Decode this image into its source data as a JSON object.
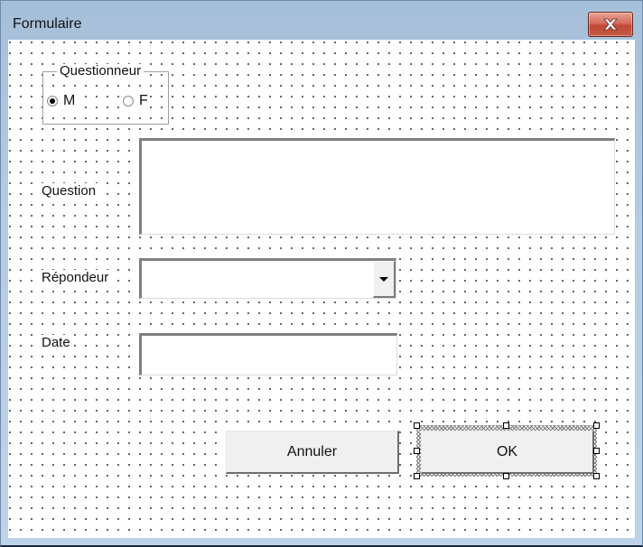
{
  "window": {
    "title": "Formulaire",
    "close_icon": "close-icon"
  },
  "form": {
    "questionneur": {
      "legend": "Questionneur",
      "options": [
        {
          "label": "M",
          "checked": true
        },
        {
          "label": "F",
          "checked": false
        }
      ]
    },
    "question": {
      "label": "Question",
      "value": ""
    },
    "repondeur": {
      "label": "Répondeur",
      "value": "",
      "dropdown_icon": "chevron-down-icon"
    },
    "date": {
      "label": "Date",
      "value": ""
    }
  },
  "buttons": {
    "cancel": "Annuler",
    "ok": "OK"
  },
  "colors": {
    "title_bar": "#b5cbe3",
    "close_button": "#c75a45",
    "client_bg": "#ffffff",
    "button_bg": "#f0f0f0"
  }
}
